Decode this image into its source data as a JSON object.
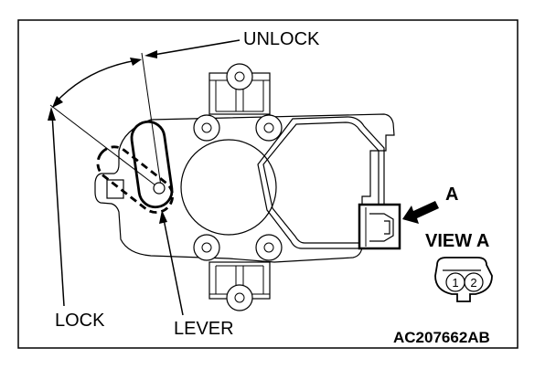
{
  "figure": {
    "labels": {
      "unlock": "UNLOCK",
      "lock": "LOCK",
      "lever": "LEVER",
      "view_arrow": "A",
      "view_title": "VIEW A",
      "figure_code": "AC207662AB"
    },
    "connector_pins": [
      "1",
      "2"
    ],
    "colors": {
      "line": "#000000",
      "background": "#ffffff"
    }
  }
}
